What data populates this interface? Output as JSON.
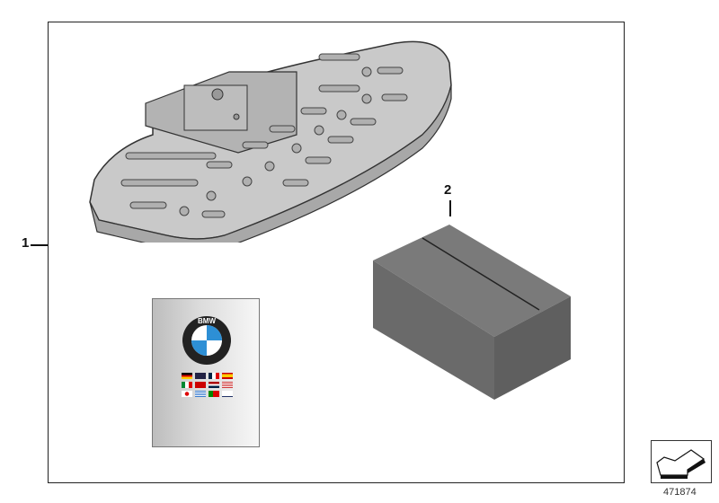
{
  "diagram": {
    "callouts": [
      {
        "number": "1",
        "target": "frame-assembly"
      },
      {
        "number": "2",
        "target": "parts-box"
      }
    ],
    "manual": {
      "logo_text": "BMW",
      "flags": [
        "de",
        "gb",
        "fr",
        "es",
        "it",
        "dk",
        "nl",
        "us",
        "jp",
        "gr",
        "pt",
        "fi"
      ]
    },
    "diagram_number": "471874",
    "colors": {
      "frame": "#222222",
      "part_fill": "#c8c8c8",
      "box_fill": "#6e6e6e",
      "bmw_blue": "#2d8fd5"
    }
  }
}
